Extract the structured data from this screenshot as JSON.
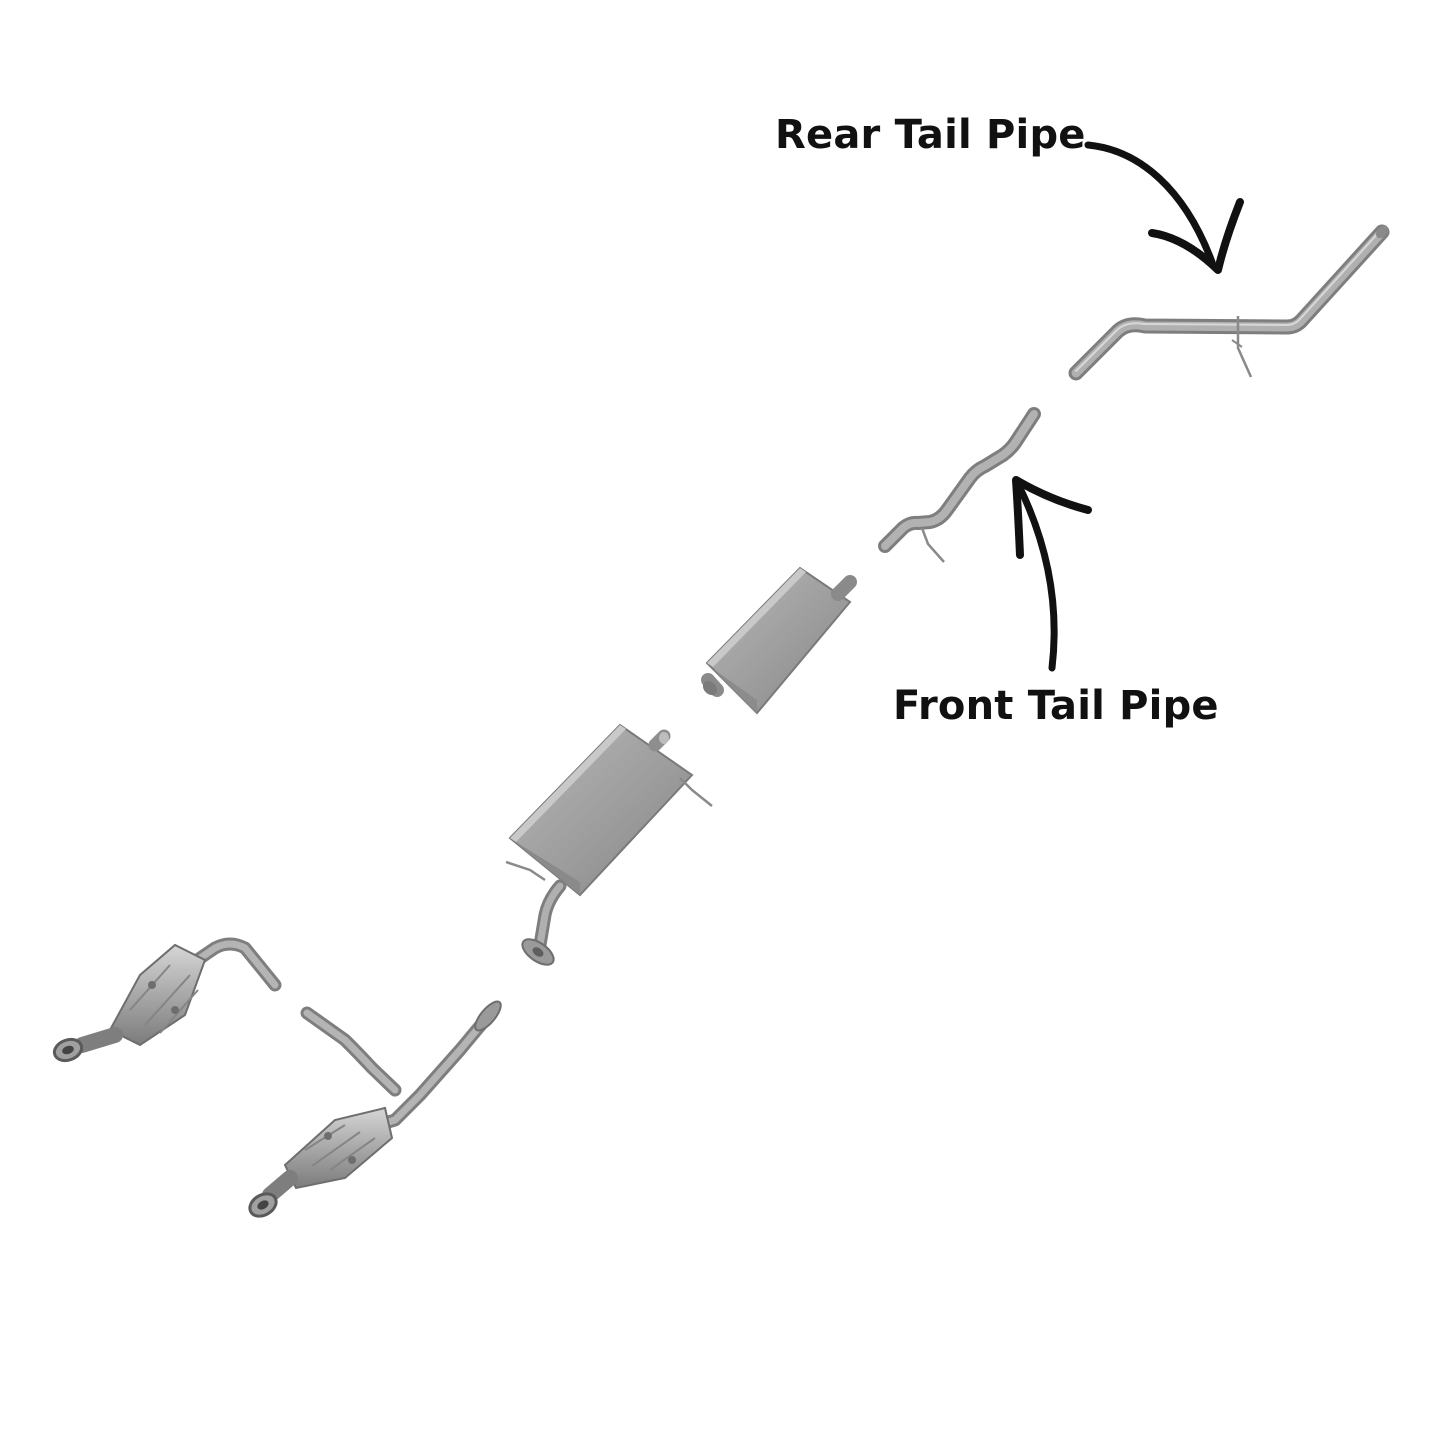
{
  "diagram": {
    "labels": {
      "rear_tail_pipe": "Rear Tail Pipe",
      "front_tail_pipe": "Front Tail Pipe"
    },
    "components": [
      {
        "name": "rear-tail-pipe",
        "label_ref": "rear_tail_pipe"
      },
      {
        "name": "front-tail-pipe",
        "label_ref": "front_tail_pipe"
      },
      {
        "name": "resonator"
      },
      {
        "name": "muffler"
      },
      {
        "name": "y-pipe-with-catalytic-converter"
      },
      {
        "name": "catalytic-converter-left"
      }
    ],
    "colors": {
      "metal": "#9c9c9c",
      "metal_dark": "#7a7a7a",
      "metal_light": "#c4c4c4",
      "ink": "#111111",
      "background": "#ffffff"
    }
  }
}
